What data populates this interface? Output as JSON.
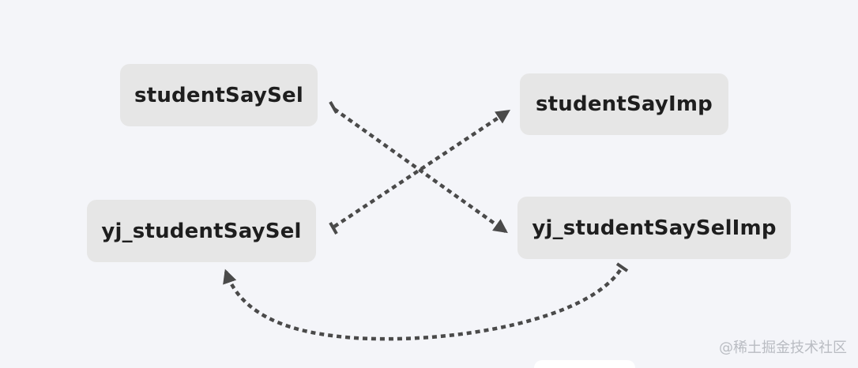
{
  "nodes": {
    "student_say_sel": "studentSaySel",
    "yj_student_say_sel": "yj_studentSaySel",
    "student_say_imp": "studentSayImp",
    "yj_student_say_sel_imp": "yj_studentSaySelImp"
  },
  "edges": [
    {
      "from": "studentSaySel",
      "to": "yj_studentSaySelImp",
      "style": "dashed"
    },
    {
      "from": "yj_studentSaySel",
      "to": "studentSayImp",
      "style": "dashed"
    },
    {
      "from": "yj_studentSaySelImp",
      "to": "yj_studentSaySel",
      "style": "dashed-curve"
    }
  ],
  "colors": {
    "background": "#f4f5f9",
    "node_fill": "#e6e6e6",
    "node_text": "#1e1e1e",
    "edge": "#4a4a4a",
    "watermark": "#b9bcc2"
  },
  "watermark": "@稀土掘金技术社区"
}
